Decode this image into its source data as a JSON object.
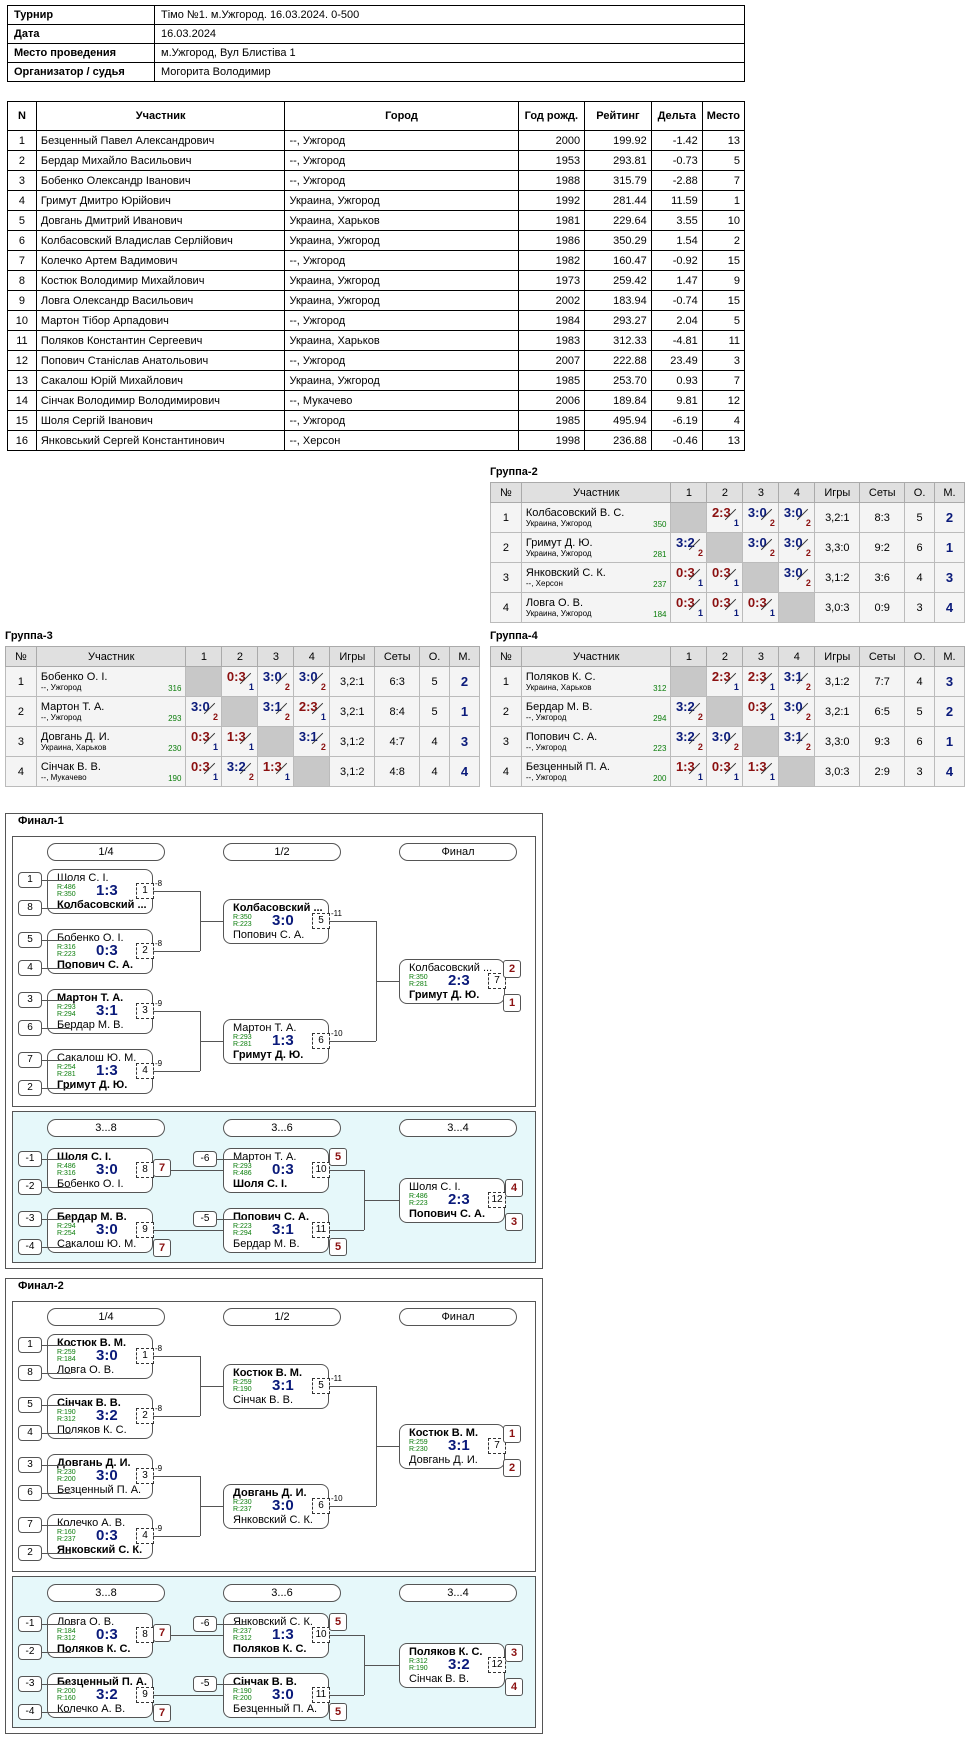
{
  "info": {
    "rows": [
      {
        "k": "Турнир",
        "v": "Тімо №1. м.Ужгород. 16.03.2024. 0-500"
      },
      {
        "k": "Дата",
        "v": "16.03.2024"
      },
      {
        "k": "Место проведения",
        "v": "м.Ужгород, Вул Блистіва 1"
      },
      {
        "k": "Организатор / судья",
        "v": "Могорита Володимир"
      }
    ]
  },
  "participants": {
    "headers": [
      "N",
      "Участник",
      "Город",
      "Год рожд.",
      "Рейтинг",
      "Дельта",
      "Место"
    ],
    "rows": [
      [
        "1",
        "Безценный Павел Александрович",
        "--, Ужгород",
        "2000",
        "199.92",
        "-1.42",
        "13"
      ],
      [
        "2",
        "Бердар Михайло Васильович",
        "--, Ужгород",
        "1953",
        "293.81",
        "-0.73",
        "5"
      ],
      [
        "3",
        "Бобенко Олександр Іванович",
        "--, Ужгород",
        "1988",
        "315.79",
        "-2.88",
        "7"
      ],
      [
        "4",
        "Гримут Дмитро Юрійович",
        "Украина, Ужгород",
        "1992",
        "281.44",
        "11.59",
        "1"
      ],
      [
        "5",
        "Довгань Дмитрий Иванович",
        "Украина, Харьков",
        "1981",
        "229.64",
        "3.55",
        "10"
      ],
      [
        "6",
        "Колбасовский Владислав Серлійович",
        "Украина, Ужгород",
        "1986",
        "350.29",
        "1.54",
        "2"
      ],
      [
        "7",
        "Колечко Артем Вадимович",
        "--, Ужгород",
        "1982",
        "160.47",
        "-0.92",
        "15"
      ],
      [
        "8",
        "Костюк Володимир Михайлович",
        "Украина, Ужгород",
        "1973",
        "259.42",
        "1.47",
        "9"
      ],
      [
        "9",
        "Ловга Олександр Васильович",
        "Украина, Ужгород",
        "2002",
        "183.94",
        "-0.74",
        "15"
      ],
      [
        "10",
        "Мартон Тібор Арпадович",
        "--, Ужгород",
        "1984",
        "293.27",
        "2.04",
        "5"
      ],
      [
        "11",
        "Поляков Константин Сергеевич",
        "Украина, Харьков",
        "1983",
        "312.33",
        "-4.81",
        "11"
      ],
      [
        "12",
        "Попович Станіслав Анатольович",
        "--, Ужгород",
        "2007",
        "222.88",
        "23.49",
        "3"
      ],
      [
        "13",
        "Сакалош Юрій Михайлович",
        "Украина, Ужгород",
        "1985",
        "253.70",
        "0.93",
        "7"
      ],
      [
        "14",
        "Сінчак Володимир Володимирович",
        "--, Мукачево",
        "2006",
        "189.84",
        "9.81",
        "12"
      ],
      [
        "15",
        "Шоля Сергій Іванович",
        "--, Ужгород",
        "1985",
        "495.94",
        "-6.19",
        "4"
      ],
      [
        "16",
        "Янковський Сергей Константинович",
        "--, Херсон",
        "1998",
        "236.88",
        "-0.46",
        "13"
      ]
    ]
  },
  "group_headers": [
    "№",
    "Участник",
    "1",
    "2",
    "3",
    "4",
    "Игры",
    "Сеты",
    "О.",
    "М."
  ],
  "groups": [
    {
      "title": "Группа-2",
      "rows": [
        {
          "n": "1",
          "name": "Колбасовский В. С.",
          "city": "Украина, Ужгород",
          "r": "350",
          "sc": [
            null,
            "2:3",
            "3:0",
            "3:0"
          ],
          "p": [
            null,
            "1",
            "2",
            "2"
          ],
          "w": [
            null,
            false,
            true,
            true
          ],
          "games": "3,2:1",
          "sets": "8:3",
          "o": "5",
          "m": "2"
        },
        {
          "n": "2",
          "name": "Гримут Д. Ю.",
          "city": "Украина, Ужгород",
          "r": "281",
          "sc": [
            "3:2",
            null,
            "3:0",
            "3:0"
          ],
          "p": [
            "2",
            null,
            "2",
            "2"
          ],
          "w": [
            true,
            null,
            true,
            true
          ],
          "games": "3,3:0",
          "sets": "9:2",
          "o": "6",
          "m": "1"
        },
        {
          "n": "3",
          "name": "Янковский С. К.",
          "city": "--, Херсон",
          "r": "237",
          "sc": [
            "0:3",
            "0:3",
            null,
            "3:0"
          ],
          "p": [
            "1",
            "1",
            null,
            "2"
          ],
          "w": [
            false,
            false,
            null,
            true
          ],
          "games": "3,1:2",
          "sets": "3:6",
          "o": "4",
          "m": "3"
        },
        {
          "n": "4",
          "name": "Ловга О. В.",
          "city": "Украина, Ужгород",
          "r": "184",
          "sc": [
            "0:3",
            "0:3",
            "0:3",
            null
          ],
          "p": [
            "1",
            "1",
            "1",
            null
          ],
          "w": [
            false,
            false,
            false,
            null
          ],
          "games": "3,0:3",
          "sets": "0:9",
          "o": "3",
          "m": "4"
        }
      ]
    },
    {
      "title": "Группа-3",
      "rows": [
        {
          "n": "1",
          "name": "Бобенко О. І.",
          "city": "--, Ужгород",
          "r": "316",
          "sc": [
            null,
            "0:3",
            "3:0",
            "3:0"
          ],
          "p": [
            null,
            "1",
            "2",
            "2"
          ],
          "w": [
            null,
            false,
            true,
            true
          ],
          "games": "3,2:1",
          "sets": "6:3",
          "o": "5",
          "m": "2"
        },
        {
          "n": "2",
          "name": "Мартон Т. А.",
          "city": "--, Ужгород",
          "r": "293",
          "sc": [
            "3:0",
            null,
            "3:1",
            "2:3"
          ],
          "p": [
            "2",
            null,
            "2",
            "1"
          ],
          "w": [
            true,
            null,
            true,
            false
          ],
          "games": "3,2:1",
          "sets": "8:4",
          "o": "5",
          "m": "1"
        },
        {
          "n": "3",
          "name": "Довгань Д. И.",
          "city": "Украина, Харьков",
          "r": "230",
          "sc": [
            "0:3",
            "1:3",
            null,
            "3:1"
          ],
          "p": [
            "1",
            "1",
            null,
            "2"
          ],
          "w": [
            false,
            false,
            null,
            true
          ],
          "games": "3,1:2",
          "sets": "4:7",
          "o": "4",
          "m": "3"
        },
        {
          "n": "4",
          "name": "Сінчак В. В.",
          "city": "--, Мукачево",
          "r": "190",
          "sc": [
            "0:3",
            "3:2",
            "1:3",
            null
          ],
          "p": [
            "1",
            "2",
            "1",
            null
          ],
          "w": [
            false,
            true,
            false,
            null
          ],
          "games": "3,1:2",
          "sets": "4:8",
          "o": "4",
          "m": "4"
        }
      ]
    },
    {
      "title": "Группа-4",
      "rows": [
        {
          "n": "1",
          "name": "Поляков К. С.",
          "city": "Украина, Харьков",
          "r": "312",
          "sc": [
            null,
            "2:3",
            "2:3",
            "3:1"
          ],
          "p": [
            null,
            "1",
            "1",
            "2"
          ],
          "w": [
            null,
            false,
            false,
            true
          ],
          "games": "3,1:2",
          "sets": "7:7",
          "o": "4",
          "m": "3"
        },
        {
          "n": "2",
          "name": "Бердар М. В.",
          "city": "--, Ужгород",
          "r": "294",
          "sc": [
            "3:2",
            null,
            "0:3",
            "3:0"
          ],
          "p": [
            "2",
            null,
            "1",
            "2"
          ],
          "w": [
            true,
            null,
            false,
            true
          ],
          "games": "3,2:1",
          "sets": "6:5",
          "o": "5",
          "m": "2"
        },
        {
          "n": "3",
          "name": "Попович С. А.",
          "city": "--, Ужгород",
          "r": "223",
          "sc": [
            "3:2",
            "3:0",
            null,
            "3:1"
          ],
          "p": [
            "2",
            "2",
            null,
            "2"
          ],
          "w": [
            true,
            true,
            null,
            true
          ],
          "games": "3,3:0",
          "sets": "9:3",
          "o": "6",
          "m": "1"
        },
        {
          "n": "4",
          "name": "Безценный П. А.",
          "city": "--, Ужгород",
          "r": "200",
          "sc": [
            "1:3",
            "0:3",
            "1:3",
            null
          ],
          "p": [
            "1",
            "1",
            "1",
            null
          ],
          "w": [
            false,
            false,
            false,
            null
          ],
          "games": "3,0:3",
          "sets": "2:9",
          "o": "3",
          "m": "4"
        }
      ]
    }
  ],
  "finals": [
    {
      "title": "Финал-1",
      "pills": [
        "1/4",
        "1/2",
        "Финал",
        "3...8",
        "3...6",
        "3...4"
      ],
      "seeds": [
        "1",
        "8",
        "5",
        "4",
        "3",
        "6",
        "7",
        "2",
        "-1",
        "-2",
        "-3",
        "-4",
        "-6",
        "-5"
      ],
      "notes": [
        "-8",
        "-8",
        "-9",
        "-9",
        "-11",
        "-10"
      ],
      "matches": [
        {
          "p1": "Шоля С. І.",
          "p2": "Колбасовский ...",
          "r1": "R:486",
          "r2": "R:350",
          "res": "1:3",
          "no": "1",
          "b": 2
        },
        {
          "p1": "Бобенко О. І.",
          "p2": "Попович С. А.",
          "r1": "R:316",
          "r2": "R:223",
          "res": "0:3",
          "no": "2",
          "b": 2
        },
        {
          "p1": "Мартон Т. А.",
          "p2": "Бердар М. В.",
          "r1": "R:293",
          "r2": "R:294",
          "res": "3:1",
          "no": "3",
          "b": 1
        },
        {
          "p1": "Сакалош Ю. М.",
          "p2": "Гримут Д. Ю.",
          "r1": "R:254",
          "r2": "R:281",
          "res": "1:3",
          "no": "4",
          "b": 2
        },
        {
          "p1": "Колбасовский ...",
          "p2": "Попович С. А.",
          "r1": "R:350",
          "r2": "R:223",
          "res": "3:0",
          "no": "5",
          "b": 1
        },
        {
          "p1": "Мартон Т. А.",
          "p2": "Гримут Д. Ю.",
          "r1": "R:293",
          "r2": "R:281",
          "res": "1:3",
          "no": "6",
          "b": 2
        },
        {
          "p1": "Колбасовский ...",
          "p2": "Гримут Д. Ю.",
          "r1": "R:350",
          "r2": "R:281",
          "res": "2:3",
          "no": "7",
          "b": 2
        },
        {
          "p1": "Шоля С. І.",
          "p2": "Бобенко О. І.",
          "r1": "R:486",
          "r2": "R:316",
          "res": "3:0",
          "no": "8",
          "b": 1
        },
        {
          "p1": "Бердар М. В.",
          "p2": "Сакалош Ю. М.",
          "r1": "R:294",
          "r2": "R:254",
          "res": "3:0",
          "no": "9",
          "b": 1
        },
        {
          "p1": "Мартон Т. А.",
          "p2": "Шоля С. І.",
          "r1": "R:293",
          "r2": "R:486",
          "res": "0:3",
          "no": "10",
          "b": 2
        },
        {
          "p1": "Попович С. А.",
          "p2": "Бердар М. В.",
          "r1": "R:223",
          "r2": "R:294",
          "res": "3:1",
          "no": "11",
          "b": 1
        },
        {
          "p1": "Шоля С. І.",
          "p2": "Попович С. А.",
          "r1": "R:486",
          "r2": "R:223",
          "res": "2:3",
          "no": "12",
          "b": 2
        }
      ],
      "places": [
        "2",
        "1",
        "7",
        "7",
        "5",
        "5",
        "4",
        "3"
      ]
    },
    {
      "title": "Финал-2",
      "pills": [
        "1/4",
        "1/2",
        "Финал",
        "3...8",
        "3...6",
        "3...4"
      ],
      "seeds": [
        "1",
        "8",
        "5",
        "4",
        "3",
        "6",
        "7",
        "2",
        "-1",
        "-2",
        "-3",
        "-4",
        "-6",
        "-5"
      ],
      "notes": [
        "-8",
        "-8",
        "-9",
        "-9",
        "-11",
        "-10"
      ],
      "matches": [
        {
          "p1": "Костюк В. М.",
          "p2": "Ловга О. В.",
          "r1": "R:259",
          "r2": "R:184",
          "res": "3:0",
          "no": "1",
          "b": 1
        },
        {
          "p1": "Сінчак В. В.",
          "p2": "Поляков К. С.",
          "r1": "R:190",
          "r2": "R:312",
          "res": "3:2",
          "no": "2",
          "b": 1
        },
        {
          "p1": "Довгань Д. И.",
          "p2": "Безценный П. А.",
          "r1": "R:230",
          "r2": "R:200",
          "res": "3:0",
          "no": "3",
          "b": 1
        },
        {
          "p1": "Колечко А. В.",
          "p2": "Янковский С. К.",
          "r1": "R:160",
          "r2": "R:237",
          "res": "0:3",
          "no": "4",
          "b": 2
        },
        {
          "p1": "Костюк В. М.",
          "p2": "Сінчак В. В.",
          "r1": "R:259",
          "r2": "R:190",
          "res": "3:1",
          "no": "5",
          "b": 1
        },
        {
          "p1": "Довгань Д. И.",
          "p2": "Янковский С. К.",
          "r1": "R:230",
          "r2": "R:237",
          "res": "3:0",
          "no": "6",
          "b": 1
        },
        {
          "p1": "Костюк В. М.",
          "p2": "Довгань Д. И.",
          "r1": "R:259",
          "r2": "R:230",
          "res": "3:1",
          "no": "7",
          "b": 1
        },
        {
          "p1": "Ловга О. В.",
          "p2": "Поляков К. С.",
          "r1": "R:184",
          "r2": "R:312",
          "res": "0:3",
          "no": "8",
          "b": 2
        },
        {
          "p1": "Безценный П. А.",
          "p2": "Колечко А. В.",
          "r1": "R:200",
          "r2": "R:160",
          "res": "3:2",
          "no": "9",
          "b": 1
        },
        {
          "p1": "Янковский С. К.",
          "p2": "Поляков К. С.",
          "r1": "R:237",
          "r2": "R:312",
          "res": "1:3",
          "no": "10",
          "b": 2
        },
        {
          "p1": "Сінчак В. В.",
          "p2": "Безценный П. А.",
          "r1": "R:190",
          "r2": "R:200",
          "res": "3:0",
          "no": "11",
          "b": 1
        },
        {
          "p1": "Поляков К. С.",
          "p2": "Сінчак В. В.",
          "r1": "R:312",
          "r2": "R:190",
          "res": "3:2",
          "no": "12",
          "b": 1
        }
      ],
      "places": [
        "1",
        "2",
        "7",
        "7",
        "5",
        "5",
        "3",
        "4"
      ]
    }
  ]
}
